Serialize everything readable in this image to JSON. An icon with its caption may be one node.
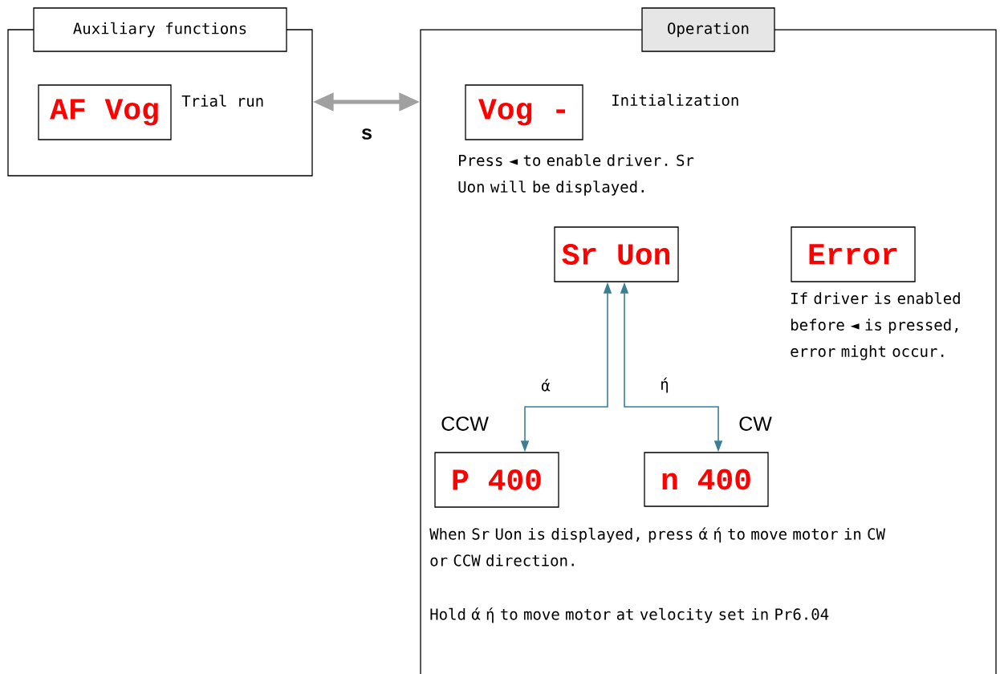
{
  "diagram": {
    "nodes": [
      {
        "text": [
          "Auxiliary functions"
        ]
      },
      {
        "text": [
          "AF Vog"
        ],
        "in": 0,
        "beside": [
          "Trial run"
        ]
      },
      {
        "text": [
          "Operation"
        ]
      },
      {
        "text": [
          "Vog -"
        ],
        "in": 2,
        "beside": [
          "Initialization",
          "Press ◄ to enable driver. Sr Uon will be displayed."
        ]
      },
      {
        "text": [
          "Sr Uon"
        ],
        "in": 2
      },
      {
        "text": [
          "Error"
        ],
        "in": 2,
        "beside": [
          "If driver is enabled before ◄ is pressed, error might occur."
        ]
      },
      {
        "text": [
          "P 400"
        ],
        "in": 2,
        "beside": [
          "CCW"
        ]
      },
      {
        "text": [
          "n 400"
        ],
        "in": 2,
        "beside": [
          "CW"
        ]
      }
    ],
    "edges": [
      {
        "from": 0,
        "to": 2,
        "arrow": "both",
        "label": "s",
        "style": "thick",
        "color": "#a0a0a0"
      },
      {
        "from": 4,
        "to": 6,
        "arrow": "both",
        "label": "ά"
      },
      {
        "from": 4,
        "to": 7,
        "arrow": "both",
        "label": "ή"
      }
    ],
    "labels": [
      "When Sr Uon is displayed, press ά ή to move motor in CW or CCW direction.",
      "Hold ά ή to move motor at velocity set in Pr6.04"
    ]
  }
}
